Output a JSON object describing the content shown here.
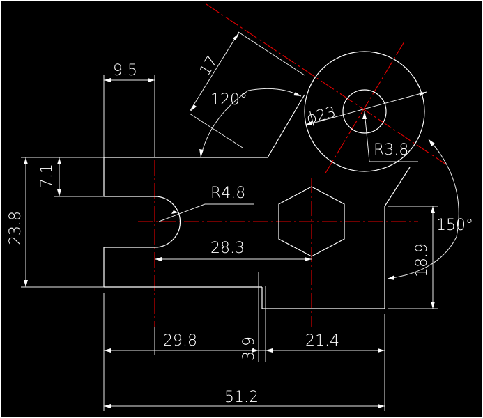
{
  "colors": {
    "background": "#000000",
    "geometry": "#ffffff",
    "centerline": "#e60000"
  },
  "dimensions": {
    "w9_5": "9.5",
    "l17": "17",
    "a120": "120°",
    "d23": "ϕ23",
    "r3_8": "R3.8",
    "h7_1": "7.1",
    "h23_8": "23.8",
    "r4_8": "R4.8",
    "a150": "150°",
    "d28_3": "28.3",
    "h18_9": "18.9",
    "d29_8": "29.8",
    "d3_9": "3.9",
    "d21_4": "21.4",
    "d51_2": "51.2"
  }
}
